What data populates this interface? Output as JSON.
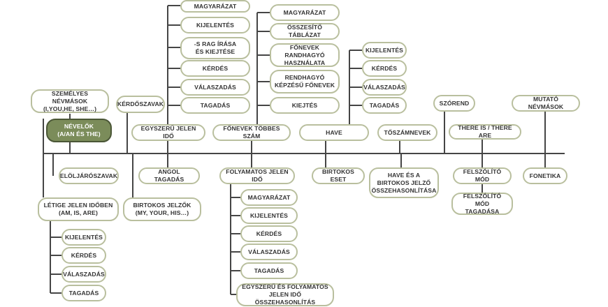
{
  "colors": {
    "accent": "#7b8c5a",
    "border": "#b9bf9e",
    "line": "#454545",
    "text": "#333333"
  },
  "nodes": {
    "szemelyes_nevmasok": "SZEMÉLYES NÉVMÁSOK\n(I,YOU,HE, SHE…)",
    "nevelok": "NÉVELŐK\n(A/AN ÉS THE)",
    "eloljaroszavak": "ELÖLJÁRÓSZAVAK",
    "letige": "LÉTIGE JELEN IDŐBEN\n(AM, IS, ARE)",
    "letige_kijelentes": "KIJELENTÉS",
    "letige_kerdes": "KÉRDÉS",
    "letige_valaszadas": "VÁLASZADÁS",
    "letige_tagadas": "TAGADÁS",
    "kerdoszavak": "KÉRDŐSZAVAK",
    "birtokos_jelzok": "BIRTOKOS JELZŐK\n(MY, YOUR, HIS…)",
    "egyszeru_jelen": "EGYSZERŰ JELEN IDŐ",
    "ej_magyarazat": "MAGYARÁZAT",
    "ej_kijelentes": "KIJELENTÉS",
    "ej_s_rag": "-S RAG ÍRÁSA\nÉS KIEJTÉSE",
    "ej_kerdes": "KÉRDÉS",
    "ej_valaszadas": "VÁLASZADÁS",
    "ej_tagadas": "TAGADÁS",
    "angol_tagadas": "ANGOL TAGADÁS",
    "fonevek_tobbes": "FŐNEVEK TÖBBES SZÁM",
    "ft_magyarazat": "MAGYARÁZAT",
    "ft_osszesito": "ÖSSZESÍTŐ TÁBLÁZAT",
    "ft_randhagyo": "FŐNEVEK RANDHAGYÓ\nHASZNÁLATA",
    "ft_rendhagyo_kepzesu": "RENDHAGYÓ\nKÉPZÉSŰ FŐNEVEK",
    "ft_kiejtes": "KIEJTÉS",
    "folyamatos_jelen": "FOLYAMATOS JELEN IDŐ",
    "fj_magyarazat": "MAGYARÁZAT",
    "fj_kijelentes": "KIJELENTÉS",
    "fj_kerdes": "KÉRDÉS",
    "fj_valaszadas": "VÁLASZADÁS",
    "fj_tagadas": "TAGADÁS",
    "fj_osszehasonlitas": "EGYSZERŰ ÉS FOLYAMATOS\nJELEN IDŐ ÖSSZEHASONLÍTÁS",
    "have": "HAVE",
    "have_kijelentes": "KIJELENTÉS",
    "have_kerdes": "KÉRDÉS",
    "have_valaszadas": "VÁLASZADÁS",
    "have_tagadas": "TAGADÁS",
    "birtokos_eset": "BIRTOKOS ESET",
    "toszamnevek": "TŐSZÁMNEVEK",
    "have_birtokos": "HAVE ÉS A\nBIRTOKOS JELZŐ\nÖSSZEHASONLÍTÁSA",
    "szorend": "SZÓREND",
    "there_is": "THERE IS / THERE ARE",
    "felszolito_mod": "FELSZÓLÍTÓ MÓD",
    "felszolito_tagadasa": "FELSZÓLÍTÓ MÓD\nTAGADÁSA",
    "mutato_nevmasok": "MUTATÓ NÉVMÁSOK",
    "fonetika": "FONETIKA"
  }
}
